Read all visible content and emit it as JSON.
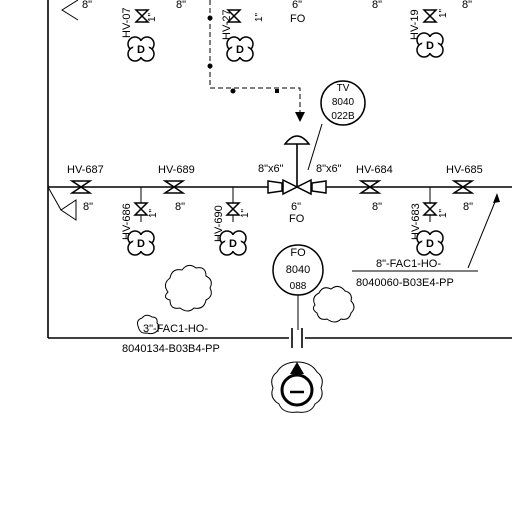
{
  "valves": {
    "hv_687": "HV-687",
    "hv_689": "HV-689",
    "hv_684": "HV-684",
    "hv_685": "HV-685",
    "hv_07": "HV-07",
    "hv_27": "HV-27",
    "hv_19": "HV-19",
    "hv_686": "HV-686",
    "hv_690": "HV-690",
    "hv_683": "HV-683"
  },
  "sizes": {
    "s8": "8\"",
    "s1": "1\"",
    "s6": "6\"",
    "reducer_left": "8\"x6\"",
    "reducer_right": "8\"x6\""
  },
  "fail_open": "FO",
  "drain_letter": "D",
  "instruments": {
    "tv": {
      "line1": "TV",
      "line2": "8040",
      "line3": "022B"
    },
    "fo": {
      "line1": "FO",
      "line2": "8040",
      "line3": "088"
    }
  },
  "lines": {
    "right_line_1": "8\"-FAC1-HO-",
    "right_line_2": "8040060-B03E4-PP",
    "left_line_1": "3\"-FAC1-HO-",
    "left_line_2": "8040134-B03B4-PP"
  },
  "corner_mark": "||"
}
